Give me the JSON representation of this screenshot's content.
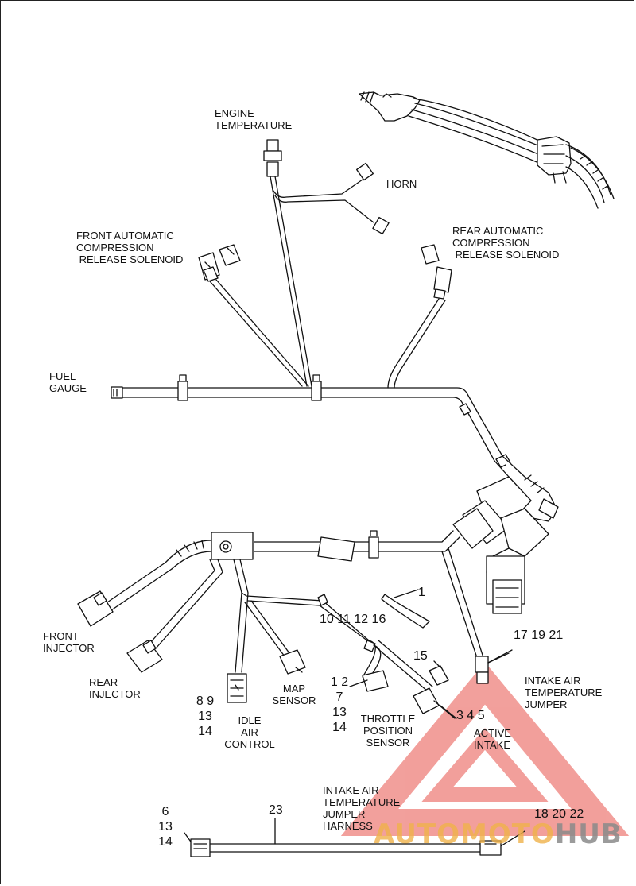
{
  "labels": {
    "engine_temperature": "ENGINE\nTEMPERATURE",
    "horn": "HORN",
    "front_acr": "FRONT AUTOMATIC\nCOMPRESSION\n RELEASE SOLENOID",
    "rear_acr": "REAR AUTOMATIC\nCOMPRESSION\n RELEASE SOLENOID",
    "fuel_gauge": "FUEL\nGAUGE",
    "front_injector": "FRONT\nINJECTOR",
    "rear_injector": "REAR\nINJECTOR",
    "idle_air_control": "IDLE\nAIR\nCONTROL",
    "map_sensor": "MAP\nSENSOR",
    "throttle_position_sensor": "THROTTLE\nPOSITION\nSENSOR",
    "active_intake": "ACTIVE\nINTAKE",
    "intake_air_temp_jumper": "INTAKE AIR\nTEMPERATURE\nJUMPER",
    "intake_air_temp_jumper_harness": "INTAKE AIR\nTEMPERATURE\nJUMPER\nHARNESS"
  },
  "callouts": {
    "cable_strap": "1",
    "map_group": "10\n11\n12\n16",
    "iac_group": "8\n9\n13\n14",
    "tps_group": "1\n2\n7\n13\n14",
    "active_intake_group": "3\n4\n5",
    "item_15": "15",
    "iat_group": "17\n19\n21",
    "harness_left_group": "6\n13\n14",
    "harness_23": "23",
    "harness_right_group": "18\n20\n22"
  },
  "watermark": {
    "text_a": "AUTOMOTO",
    "text_b": "HUB",
    "color_a": "#f0b24a",
    "color_b": "#8a8a8a",
    "triangle_color": "#e8524a"
  },
  "colors": {
    "line": "#111111",
    "fill": "#ffffff",
    "shade": "#cfcfcf"
  }
}
